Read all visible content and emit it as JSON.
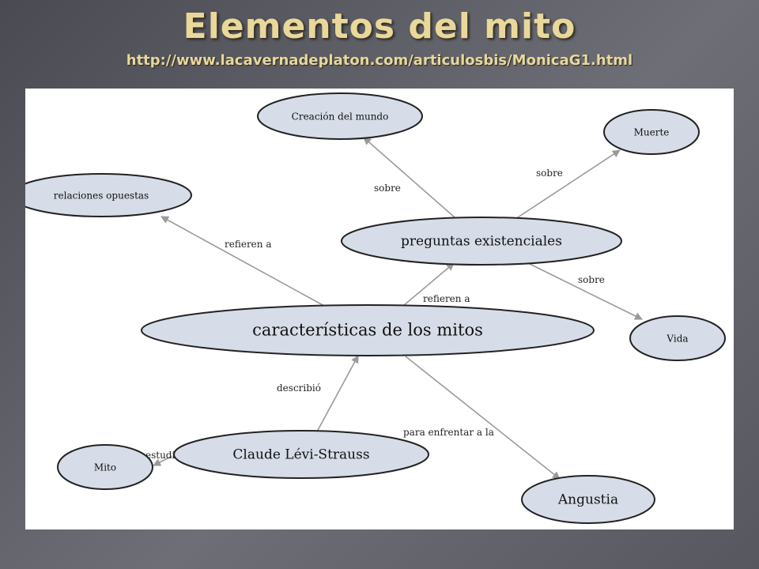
{
  "slide": {
    "title": "Elementos del mito",
    "subtitle": "http://www.lacavernadeplaton.com/articulosbis/MonicaG1.html"
  },
  "diagram": {
    "nodes": {
      "creacion": "Creación del mundo",
      "muerte": "Muerte",
      "relaciones": "relaciones opuestas",
      "preguntas": "preguntas existenciales",
      "caracteristicas": "características de los mitos",
      "vida": "Vida",
      "claude": "Claude Lévi-Strauss",
      "mito": "Mito",
      "angustia": "Angustia"
    },
    "edges": {
      "sobre_creacion": "sobre",
      "sobre_muerte": "sobre",
      "sobre_vida": "sobre",
      "refieren_relaciones": "refieren a",
      "refieren_preguntas": "refieren a",
      "describio": "describió",
      "estudio": "estudió",
      "para_enfrentar": "para enfrentar a la"
    },
    "colors": {
      "node_fill": "#d7dde8",
      "node_stroke": "#222222",
      "edge": "#9a9a9a"
    }
  }
}
